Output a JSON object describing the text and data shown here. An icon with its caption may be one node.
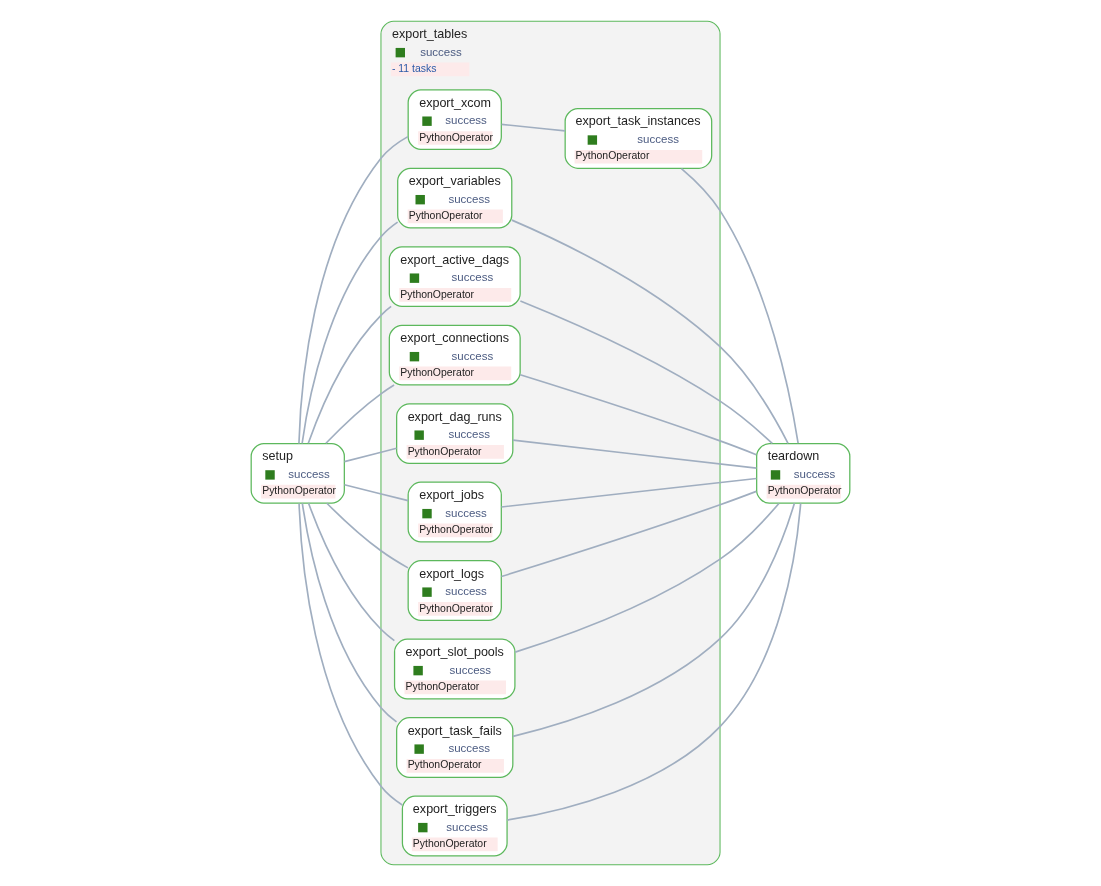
{
  "diagram": {
    "nodes": [
      {
        "text": [
          "setup",
          "success",
          "PythonOperator"
        ]
      },
      {
        "text": [
          "export_tables",
          "success",
          "- 11 tasks"
        ]
      },
      {
        "text": [
          "export_variables",
          "success",
          "PythonOperator"
        ],
        "in": 1
      },
      {
        "text": [
          "export_active_dags",
          "success",
          "PythonOperator"
        ],
        "in": 1
      },
      {
        "text": [
          "export_connections",
          "success",
          "PythonOperator"
        ],
        "in": 1
      },
      {
        "text": [
          "export_dag_runs",
          "success",
          "PythonOperator"
        ],
        "in": 1
      },
      {
        "text": [
          "export_jobs",
          "success",
          "PythonOperator"
        ],
        "in": 1
      },
      {
        "text": [
          "export_logs",
          "success",
          "PythonOperator"
        ],
        "in": 1
      },
      {
        "text": [
          "export_slot_pools",
          "success",
          "PythonOperator"
        ],
        "in": 1
      },
      {
        "text": [
          "export_task_fails",
          "success",
          "PythonOperator"
        ],
        "in": 1
      },
      {
        "text": [
          "export_xcom",
          "success",
          "PythonOperator"
        ],
        "in": 1
      },
      {
        "text": [
          "export_task_instances",
          "success",
          "PythonOperator"
        ],
        "in": 1
      },
      {
        "text": [
          "export_triggers",
          "success",
          "PythonOperator"
        ],
        "in": 1
      },
      {
        "text": [
          "teardown",
          "success",
          "PythonOperator"
        ]
      }
    ],
    "edges": [
      {
        "from": 0,
        "to": 2,
        "arrow": "none"
      },
      {
        "from": 0,
        "to": 3,
        "arrow": "none"
      },
      {
        "from": 0,
        "to": 4,
        "arrow": "none"
      },
      {
        "from": 0,
        "to": 5,
        "arrow": "none"
      },
      {
        "from": 0,
        "to": 6,
        "arrow": "none"
      },
      {
        "from": 0,
        "to": 7,
        "arrow": "none"
      },
      {
        "from": 0,
        "to": 8,
        "arrow": "none"
      },
      {
        "from": 0,
        "to": 9,
        "arrow": "none"
      },
      {
        "from": 0,
        "to": 10,
        "arrow": "none"
      },
      {
        "from": 0,
        "to": 12,
        "arrow": "none"
      },
      {
        "from": 10,
        "to": 11,
        "arrow": "none"
      },
      {
        "from": 2,
        "to": 13,
        "arrow": "none"
      },
      {
        "from": 3,
        "to": 13,
        "arrow": "none"
      },
      {
        "from": 4,
        "to": 13,
        "arrow": "none"
      },
      {
        "from": 5,
        "to": 13,
        "arrow": "none"
      },
      {
        "from": 6,
        "to": 13,
        "arrow": "none"
      },
      {
        "from": 7,
        "to": 13,
        "arrow": "none"
      },
      {
        "from": 8,
        "to": 13,
        "arrow": "none"
      },
      {
        "from": 9,
        "to": 13,
        "arrow": "none"
      },
      {
        "from": 11,
        "to": 13,
        "arrow": "none"
      },
      {
        "from": 12,
        "to": 13,
        "arrow": "none"
      }
    ]
  }
}
